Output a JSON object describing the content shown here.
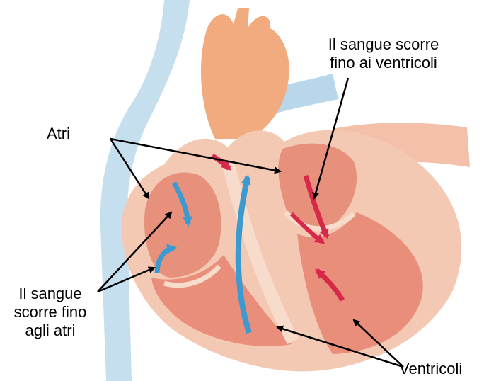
{
  "diagram": {
    "labels": {
      "atria": "Atri",
      "ventricles": "Ventricoli",
      "blood_to_ventricles": [
        "Il sangue scorre",
        "fino ai ventricoli"
      ],
      "blood_to_atria": [
        "Il sangue",
        "scorre fino",
        "agli atri"
      ]
    },
    "colors": {
      "background": "#ffffff",
      "heart_wall": "#f3c9b3",
      "chamber": "#e7917d",
      "aorta": "#f2ab7e",
      "vena_cava": "#b9d7ea",
      "flow_blue": "#3d9ad1",
      "flow_red": "#d8284a",
      "arrow": "#000000"
    }
  }
}
